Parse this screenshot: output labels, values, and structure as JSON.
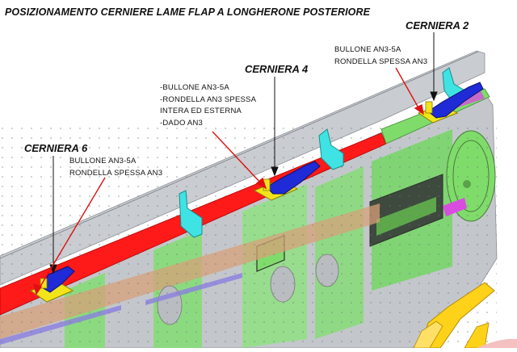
{
  "title": "POSIZIONAMENTO CERNIERE LAME FLAP A LONGHERONE POSTERIORE",
  "hinges": [
    {
      "name": "CERNIERA 2",
      "notes": [
        "BULLONE AN3-5A",
        "RONDELLA SPESSA AN3"
      ]
    },
    {
      "name": "CERNIERA 4",
      "notes": [
        "-BULLONE AN3-5A",
        "-RONDELLA AN3 SPESSA",
        "INTERA ED ESTERNA",
        "-DADO AN3"
      ]
    },
    {
      "name": "CERNIERA 6",
      "notes": [
        "BULLONE AN3-5A",
        "RONDELLA SPESSA AN3"
      ]
    }
  ],
  "colors": {
    "spar_flange": "#ff1a1a",
    "hinge_bracket": "#1f2bd6",
    "washer_plate": "#f2e41a",
    "green_frame": "#7fdc6a",
    "cyan_clip": "#3fe3e3",
    "skin_grey": "#bfc2c6",
    "rib_yellow": "#ffd21a",
    "leader_red": "#e01010"
  }
}
